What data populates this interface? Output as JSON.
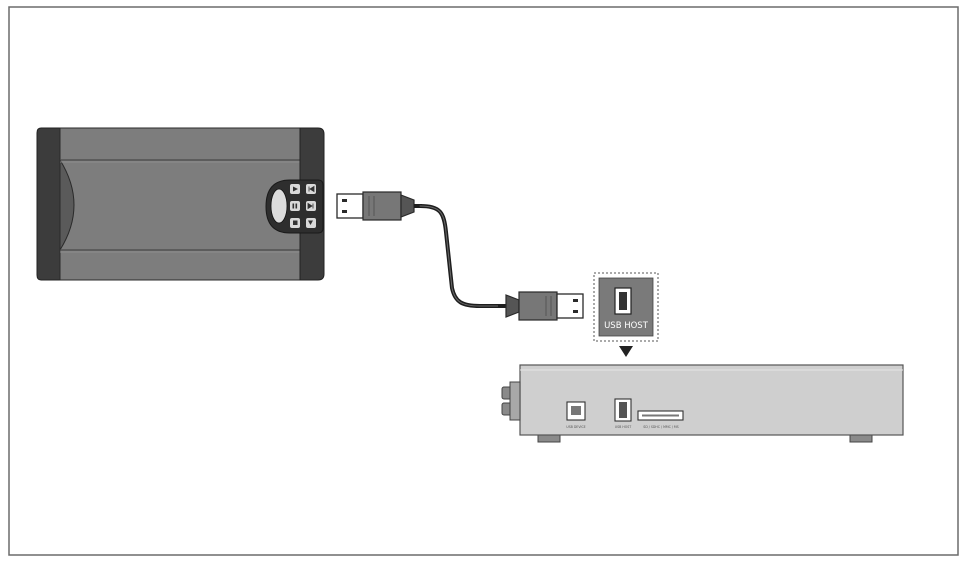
{
  "labels": {
    "usb_host_callout": "USB HOST",
    "port_usb_device": "USB DEVICE",
    "port_usb_host": "USB HOST",
    "port_card_slot": "SD / SDHC / MMC / MS"
  },
  "colors": {
    "frame": "#6b6b6b",
    "drive_body": "#7d7d7d",
    "drive_dark": "#3c3c3c",
    "cable": "#1e1e1e",
    "player_body": "#cfcfcf",
    "player_outline": "#555555",
    "callout_fill": "#7a7a7a"
  },
  "icons": {
    "drive_play": "play-icon",
    "drive_pause": "pause-icon",
    "drive_stop": "stop-icon",
    "drive_prev": "previous-icon",
    "drive_next": "next-icon",
    "pointer": "down-arrow-icon"
  }
}
